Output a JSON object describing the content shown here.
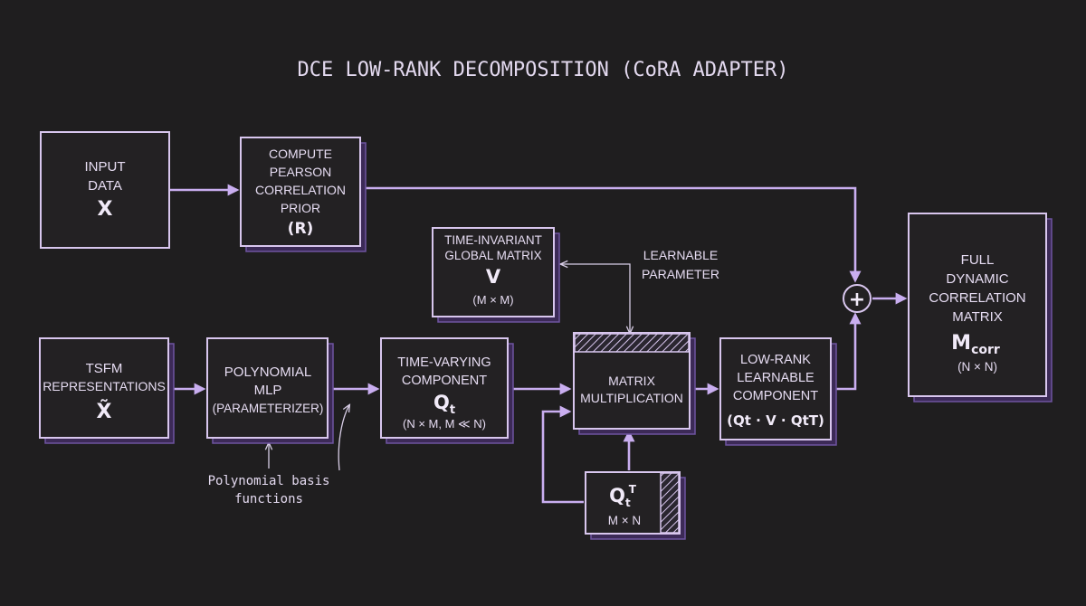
{
  "title": "DCE LOW-RANK DECOMPOSITION (CoRA ADAPTER)",
  "colors": {
    "background": "#1f1e1f",
    "accent": "#c9aef0",
    "shadow": "#3c2a57",
    "text": "#e6dcf2"
  },
  "nodes": {
    "input": {
      "line1": "INPUT",
      "line2": "DATA",
      "symbol": "X"
    },
    "pearson": {
      "line1": "COMPUTE",
      "line2": "PEARSON",
      "line3": "CORRELATION",
      "line4": "PRIOR",
      "symbol": "(R)"
    },
    "tsfm": {
      "line1": "TSFM",
      "line2": "REPRESENTATIONS",
      "symbol": "X̃"
    },
    "mlp": {
      "line1": "POLYNOMIAL",
      "line2": "MLP",
      "line3": "(PARAMETERIZER)"
    },
    "timevarying": {
      "line1": "TIME-VARYING",
      "line2": "COMPONENT",
      "symbol": "Q",
      "sub": "t",
      "dims": "(N × M, M ≪ N)"
    },
    "global": {
      "line1": "TIME-INVARIANT",
      "line2": "GLOBAL MATRIX",
      "symbol": "V",
      "dims": "(M × M)"
    },
    "matmul": {
      "line1": "MATRIX",
      "line2": "MULTIPLICATION"
    },
    "transpose": {
      "symbol": "Q",
      "sub": "t",
      "sup": "T",
      "dims": "M × N"
    },
    "lowrank": {
      "line1": "LOW-RANK",
      "line2": "LEARNABLE",
      "line3": "COMPONENT",
      "formula": "(Qt · V · QtT)"
    },
    "full": {
      "line1": "FULL",
      "line2": "DYNAMIC",
      "line3": "CORRELATION",
      "line4": "MATRIX",
      "symbol": "M",
      "sub": "corr",
      "dims": "(N × N)"
    }
  },
  "annotations": {
    "learnable_1": "LEARNABLE",
    "learnable_2": "PARAMETER",
    "poly_1": "Polynomial basis",
    "poly_2": "functions"
  },
  "sum_symbol": "+"
}
